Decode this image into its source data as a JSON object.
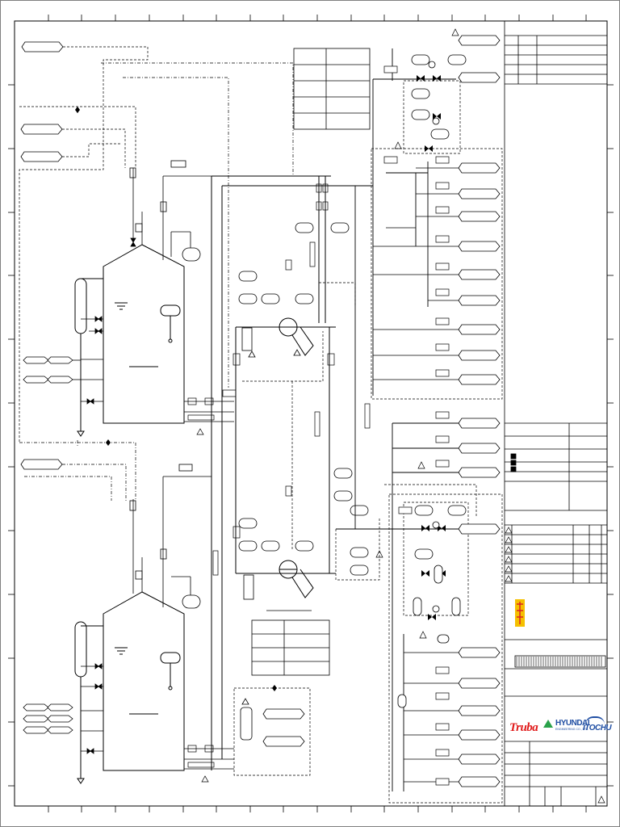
{
  "title_block": {
    "company_logos": [
      {
        "name": "Truba",
        "color": "#e01818"
      },
      {
        "name": "HYUNDAI",
        "subtitle": "ENGINEERING CO., LTD.",
        "color": "#1f4ea3"
      },
      {
        "name": "ITOCHU",
        "color": "#1f4ea3"
      }
    ],
    "client_logo_icon": "power-utility-logo-icon"
  },
  "colors": {
    "line": "#000000",
    "paper": "#ffffff",
    "truba_red": "#e01818",
    "logo_blue": "#1f4ea3",
    "utility_logo_yellow": "#f5c000"
  },
  "icons": [
    "revision-triangle-icon",
    "tank-vessel-icon",
    "pump-icon",
    "valve-icon",
    "filter-icon"
  ]
}
